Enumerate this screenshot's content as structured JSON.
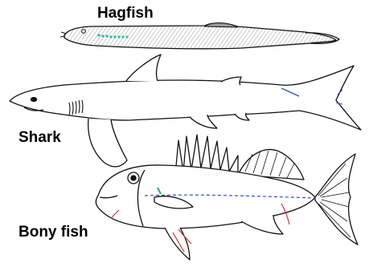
{
  "labels": {
    "hagfish": "Hagfish",
    "shark": "Shark",
    "bony_fish": "Bony fish"
  },
  "colors": {
    "outline": "#111111",
    "hagfish_body": "#cfcfcf",
    "hagfish_fin": "#9a9a9a",
    "gill_dots": "#2fb8a6",
    "red_marks": "#cc3333",
    "blue_marks": "#2b4fcc",
    "green_marks": "#3aa84a"
  }
}
